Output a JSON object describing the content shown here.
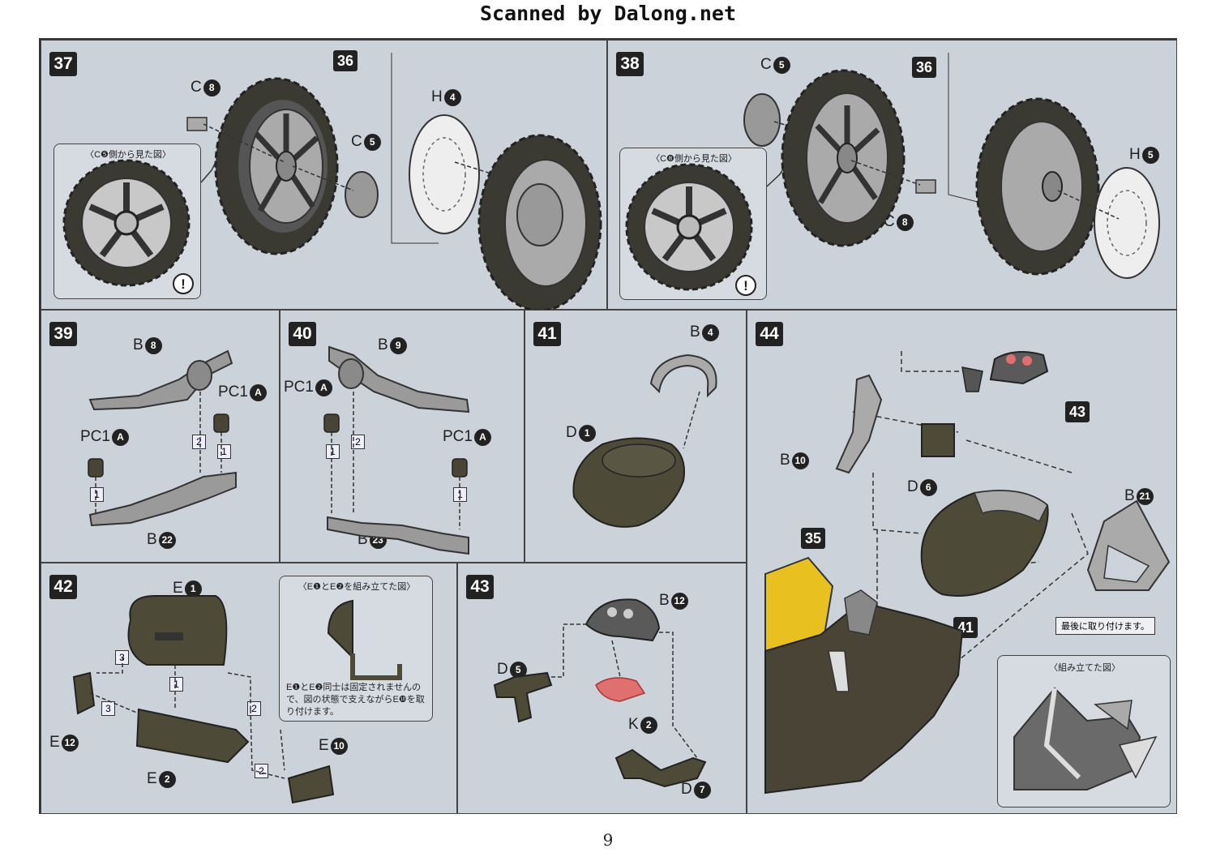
{
  "header": "Scanned by Dalong.net",
  "page_number": "9",
  "steps": {
    "s37": {
      "num": "37",
      "part_36": "36",
      "c8_letter": "C",
      "c8_num": "8",
      "c5_letter": "C",
      "c5_num": "5",
      "h4_letter": "H",
      "h4_num": "4",
      "inset_caption": "〈C❺側から見た図〉",
      "warning": "!"
    },
    "s38": {
      "num": "38",
      "part_36": "36",
      "c5_letter": "C",
      "c5_num": "5",
      "c8_letter": "C",
      "c8_num": "8",
      "h5_letter": "H",
      "h5_num": "5",
      "inset_caption": "〈C❽側から見た図〉",
      "warning": "!"
    },
    "s39": {
      "num": "39",
      "b8_letter": "B",
      "b8_num": "8",
      "pc1a_right": "PC1",
      "pc1a_left": "PC1",
      "a_mark": "A",
      "b22_letter": "B",
      "b22_num": "22",
      "seq1": "1",
      "seq2": "2"
    },
    "s40": {
      "num": "40",
      "b9_letter": "B",
      "b9_num": "9",
      "pc1a_left": "PC1",
      "pc1a_right": "PC1",
      "a_mark": "A",
      "b23_letter": "B",
      "b23_num": "23",
      "seq1": "1",
      "seq2": "2"
    },
    "s41": {
      "num": "41",
      "b4_letter": "B",
      "b4_num": "4",
      "d1_letter": "D",
      "d1_num": "1"
    },
    "s42": {
      "num": "42",
      "e1_letter": "E",
      "e1_num": "1",
      "e2_letter": "E",
      "e2_num": "2",
      "e12_letter": "E",
      "e12_num": "12",
      "e10_letter": "E",
      "e10_num": "10",
      "inset_caption": "〈E❶とE❷を組み立てた図〉",
      "inset_note": "E❶とE❷同士は固定されませんので、図の状態で支えながらE❿を取り付けます。",
      "seq1": "1",
      "seq2": "2",
      "seq3": "3"
    },
    "s43": {
      "num": "43",
      "b12_letter": "B",
      "b12_num": "12",
      "d5_letter": "D",
      "d5_num": "5",
      "k2_letter": "K",
      "k2_num": "2",
      "d7_letter": "D",
      "d7_num": "7"
    },
    "s44": {
      "num": "44",
      "part_43": "43",
      "part_35": "35",
      "part_41": "41",
      "b10_letter": "B",
      "b10_num": "10",
      "d6_letter": "D",
      "d6_num": "6",
      "b21_letter": "B",
      "b21_num": "21",
      "callout": "最後に取り付けます。",
      "inset_caption": "〈組み立てた図〉"
    }
  },
  "colors": {
    "sheet": "#cdd3db",
    "tire": "#3a3a32",
    "olive": "#4e4a38",
    "gray_part": "#9a9a9a",
    "clear_red": "#e07070",
    "yellow": "#e8c020"
  }
}
